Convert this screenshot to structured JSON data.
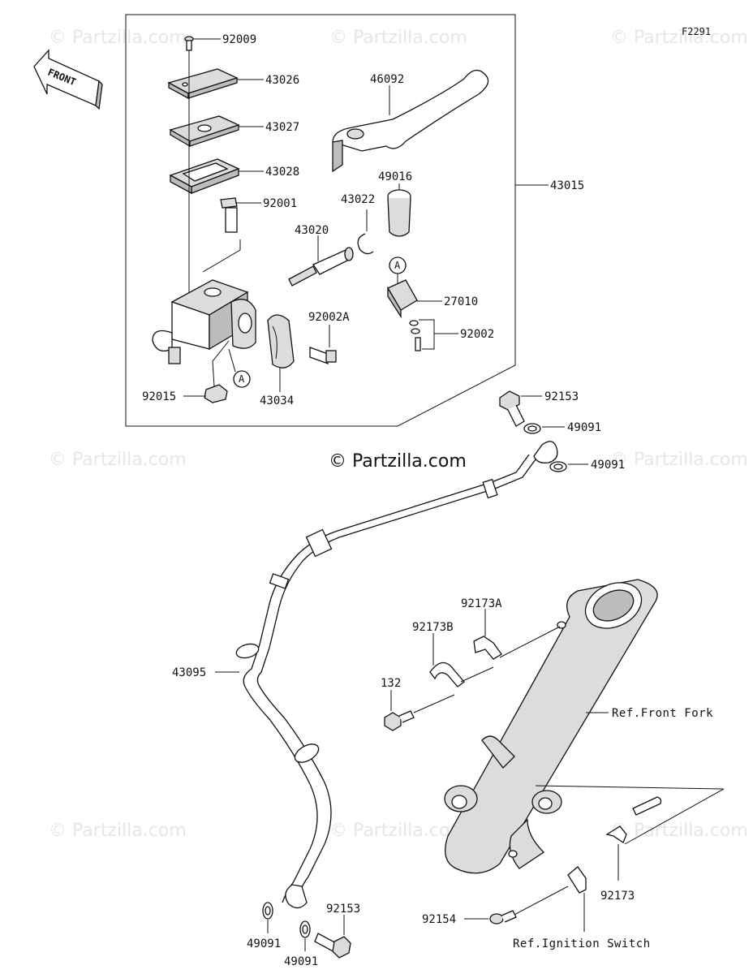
{
  "diagram_id": "F2291",
  "copyright": "© Partzilla.com",
  "watermark": "© Partzilla.com",
  "front_label": "FRONT",
  "callout_A": "A",
  "labels": {
    "p92009": "92009",
    "p43026": "43026",
    "p43027": "43027",
    "p43028": "43028",
    "p92001": "92001",
    "p46092": "46092",
    "p43015": "43015",
    "p49016": "49016",
    "p43022": "43022",
    "p43020": "43020",
    "p27010": "27010",
    "p92002A": "92002A",
    "p92002": "92002",
    "p92015": "92015",
    "p43034": "43034",
    "p92153_top": "92153",
    "p49091_a": "49091",
    "p49091_b": "49091",
    "p92173A": "92173A",
    "p92173B": "92173B",
    "p132": "132",
    "p43095": "43095",
    "ref_front_fork": "Ref.Front Fork",
    "p92173": "92173",
    "p92153_bot": "92153",
    "p49091_c": "49091",
    "p49091_d": "49091",
    "p92154": "92154",
    "ref_ignition": "Ref.Ignition Switch"
  }
}
